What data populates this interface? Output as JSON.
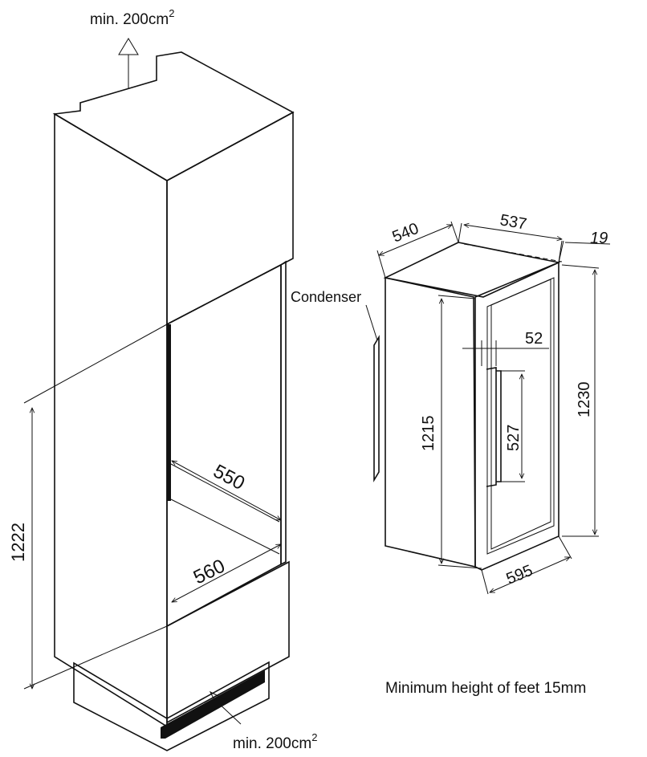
{
  "airflow": {
    "top_label": "min. 200cm",
    "bottom_label": "min. 200cm",
    "superscript": "2"
  },
  "niche": {
    "height": "1222",
    "depth": "550",
    "width": "560"
  },
  "appliance": {
    "depth": "540",
    "width_top": "537",
    "door_thickness": "19",
    "condenser_label": "Condenser",
    "handle_offset": "52",
    "handle_length": "527",
    "body_height": "1215",
    "total_height": "1230",
    "width_front": "595"
  },
  "note": "Minimum height of feet 15mm"
}
